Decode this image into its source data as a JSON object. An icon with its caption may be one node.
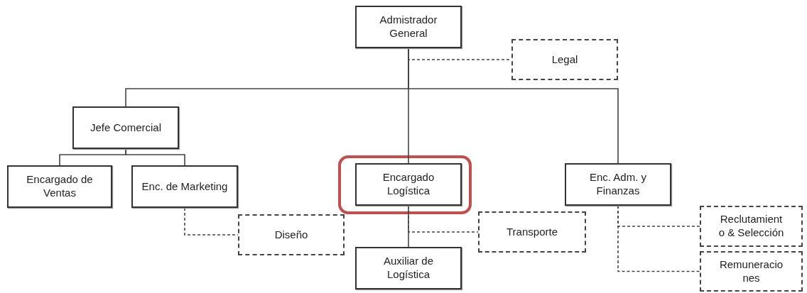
{
  "diagram": {
    "nodes": [
      {
        "text": [
          "Admistrador General"
        ]
      },
      {
        "text": [
          "Legal"
        ]
      },
      {
        "text": [
          "Jefe Comercial"
        ]
      },
      {
        "text": [
          "Encargado de Ventas"
        ]
      },
      {
        "text": [
          "Enc. de Marketing"
        ]
      },
      {
        "text": [
          "Encargado Logística"
        ]
      },
      {
        "text": [
          "Enc. Adm. y Finanzas"
        ]
      },
      {
        "text": [
          "Diseño"
        ]
      },
      {
        "text": [
          "Transporte"
        ]
      },
      {
        "text": [
          "Auxiliar de Logística"
        ]
      },
      {
        "text": [
          "Reclutamient o & Selección"
        ]
      },
      {
        "text": [
          "Remuneracio nes"
        ]
      }
    ],
    "edges": [
      {
        "from": 0,
        "to": 1,
        "arrow": "none",
        "style": "dashed"
      },
      {
        "from": 0,
        "to": 2,
        "arrow": "none"
      },
      {
        "from": 0,
        "to": 5,
        "arrow": "none"
      },
      {
        "from": 0,
        "to": 6,
        "arrow": "none"
      },
      {
        "from": 2,
        "to": 3,
        "arrow": "none"
      },
      {
        "from": 2,
        "to": 4,
        "arrow": "none"
      },
      {
        "from": 4,
        "to": 7,
        "arrow": "none",
        "style": "dashed"
      },
      {
        "from": 5,
        "to": 9,
        "arrow": "none"
      },
      {
        "from": 5,
        "to": 8,
        "arrow": "none",
        "style": "dashed"
      },
      {
        "from": 6,
        "to": 10,
        "arrow": "none",
        "style": "dashed"
      },
      {
        "from": 6,
        "to": 11,
        "arrow": "none",
        "style": "dashed"
      }
    ]
  }
}
